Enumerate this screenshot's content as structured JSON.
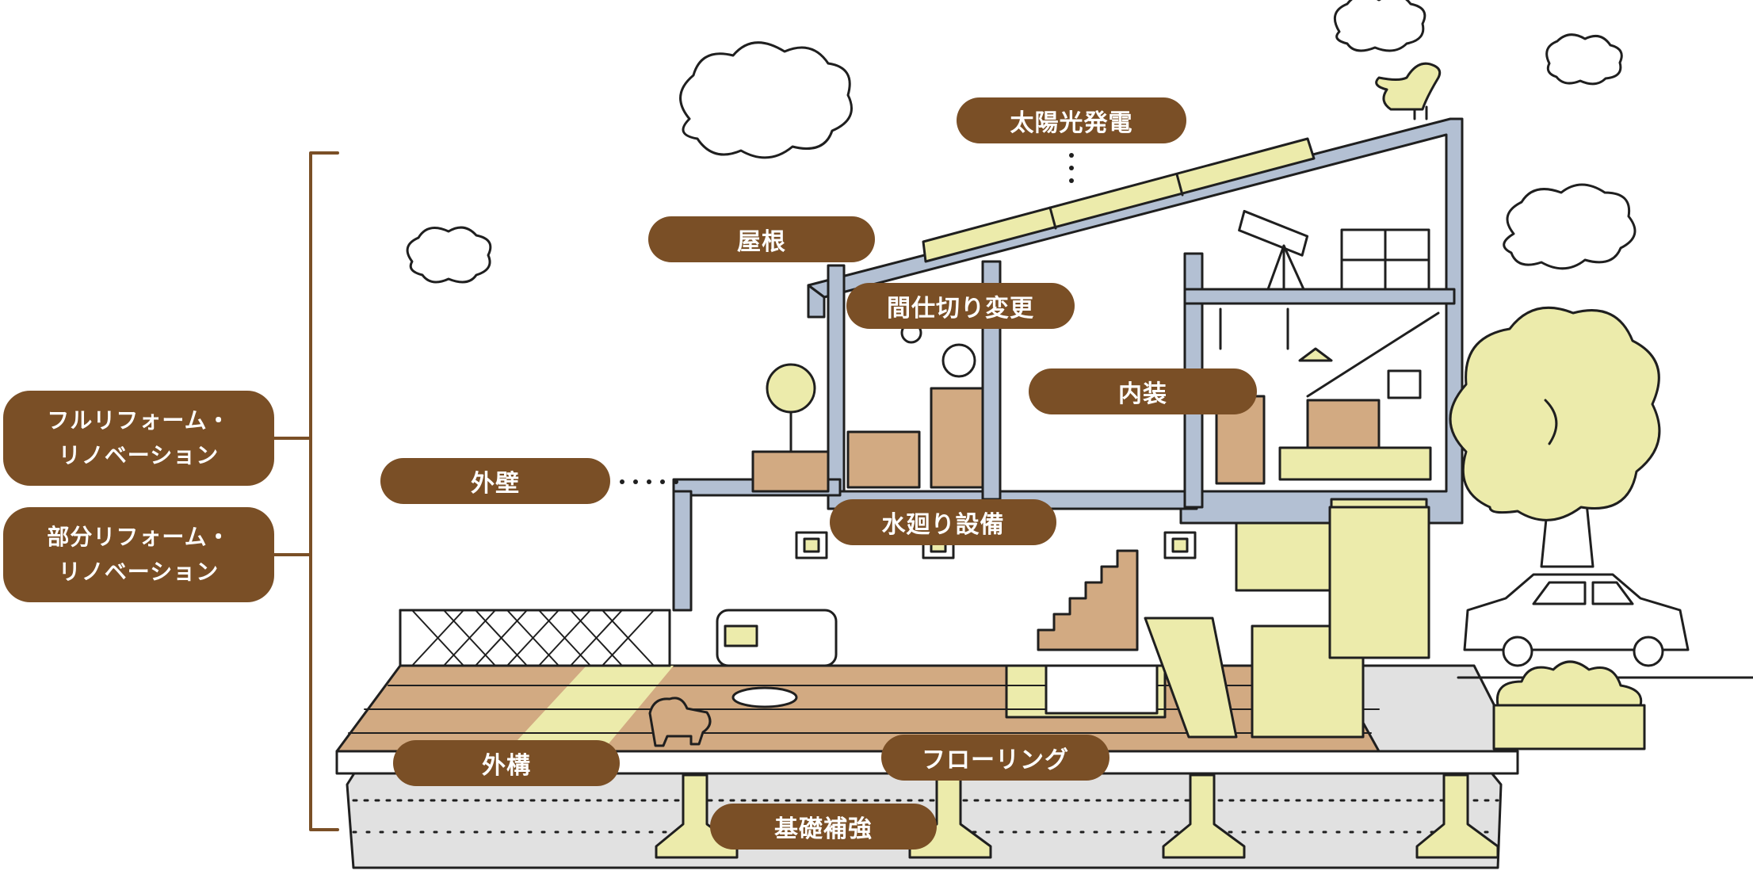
{
  "categories": [
    {
      "line1": "フルリフォーム・",
      "line2": "リノベーション"
    },
    {
      "line1": "部分リフォーム・",
      "line2": "リノベーション"
    }
  ],
  "labels": {
    "solar": "太陽光発電",
    "roof": "屋根",
    "partition": "間仕切り変更",
    "interior": "内装",
    "exterior_wall": "外壁",
    "water": "水廻り設備",
    "exterior_works": "外構",
    "flooring": "フローリング",
    "foundation": "基礎補強"
  },
  "colors": {
    "pill": "#7a4f26",
    "bracket": "#7a4f26",
    "wall": "#b3c0d3",
    "wood": "#d2aa82",
    "accent_yellow": "#ecebab",
    "concrete": "#dcdcdc",
    "ink": "#1f1f1f"
  }
}
